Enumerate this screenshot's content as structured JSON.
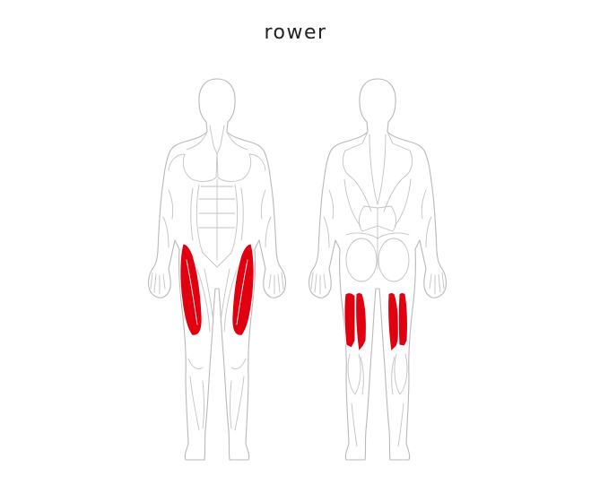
{
  "title": "rower",
  "figures": [
    {
      "view": "front",
      "highlighted_muscles": [
        "quadriceps-left",
        "quadriceps-right"
      ]
    },
    {
      "view": "back",
      "highlighted_muscles": [
        "hamstrings-left",
        "hamstrings-right"
      ]
    }
  ],
  "colors": {
    "highlight": "#e1000f",
    "outline": "#b8b8b8",
    "background": "#ffffff",
    "title": "#222222"
  }
}
